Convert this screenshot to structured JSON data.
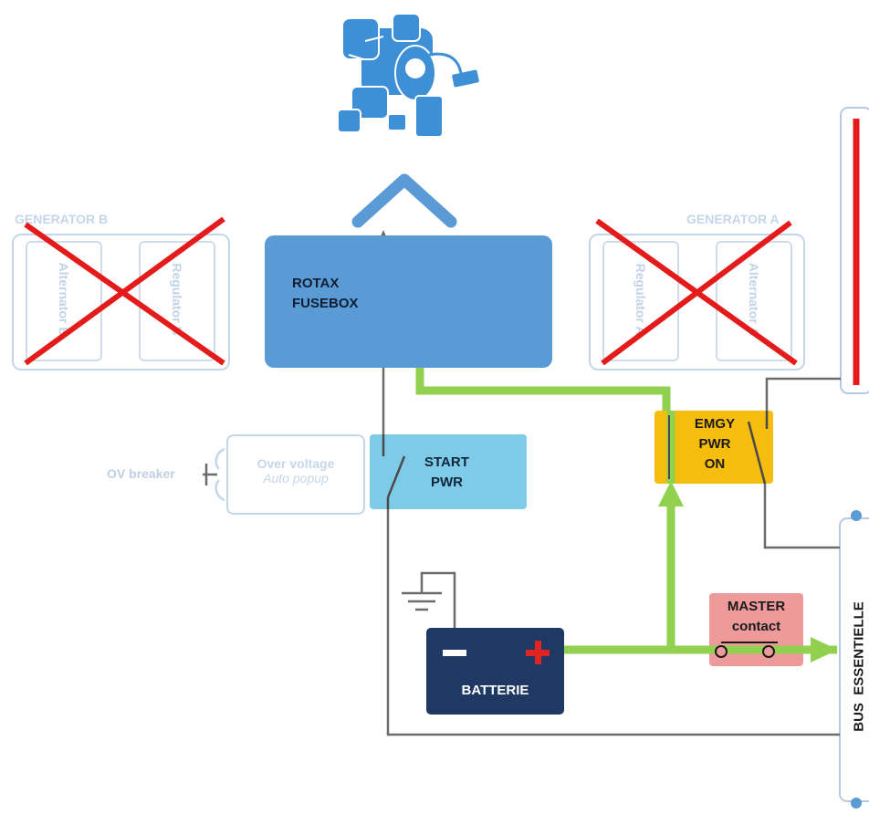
{
  "generator_b": {
    "title": "GENERATOR B",
    "left_unit": "Alternator B",
    "right_unit": "Regulator B"
  },
  "generator_a": {
    "title": "GENERATOR A",
    "left_unit": "Regulator A",
    "right_unit": "Alternator A"
  },
  "rotax_fusebox": {
    "line1": "ROTAX",
    "line2": "FUSEBOX"
  },
  "start_pwr": {
    "line1": "START",
    "line2": "PWR"
  },
  "emgy_pwr": {
    "line1": "EMGY",
    "line2": "PWR",
    "line3": "ON"
  },
  "ov_breaker": {
    "label": "OV breaker",
    "line1": "Over voltage",
    "line2": "Auto popup"
  },
  "master_contact": {
    "line1": "MASTER",
    "line2": "contact"
  },
  "batterie": {
    "label": "BATTERIE",
    "minus": "−",
    "plus": "+"
  },
  "bus_essentielle": {
    "label": "BUS  ESSENTIELLE"
  },
  "icons": [
    "engine-icon",
    "ground-icon",
    "switch-icon",
    "breaker-icon"
  ],
  "colors": {
    "fusebox": "#5b9bd5",
    "start": "#7ecbe8",
    "emgy": "#f7bd0e",
    "master": "#ef9a9a",
    "batterie": "#1f3864",
    "green_wire": "#92d050",
    "cross": "#e31b1b",
    "faded": "#c6d6ea"
  }
}
